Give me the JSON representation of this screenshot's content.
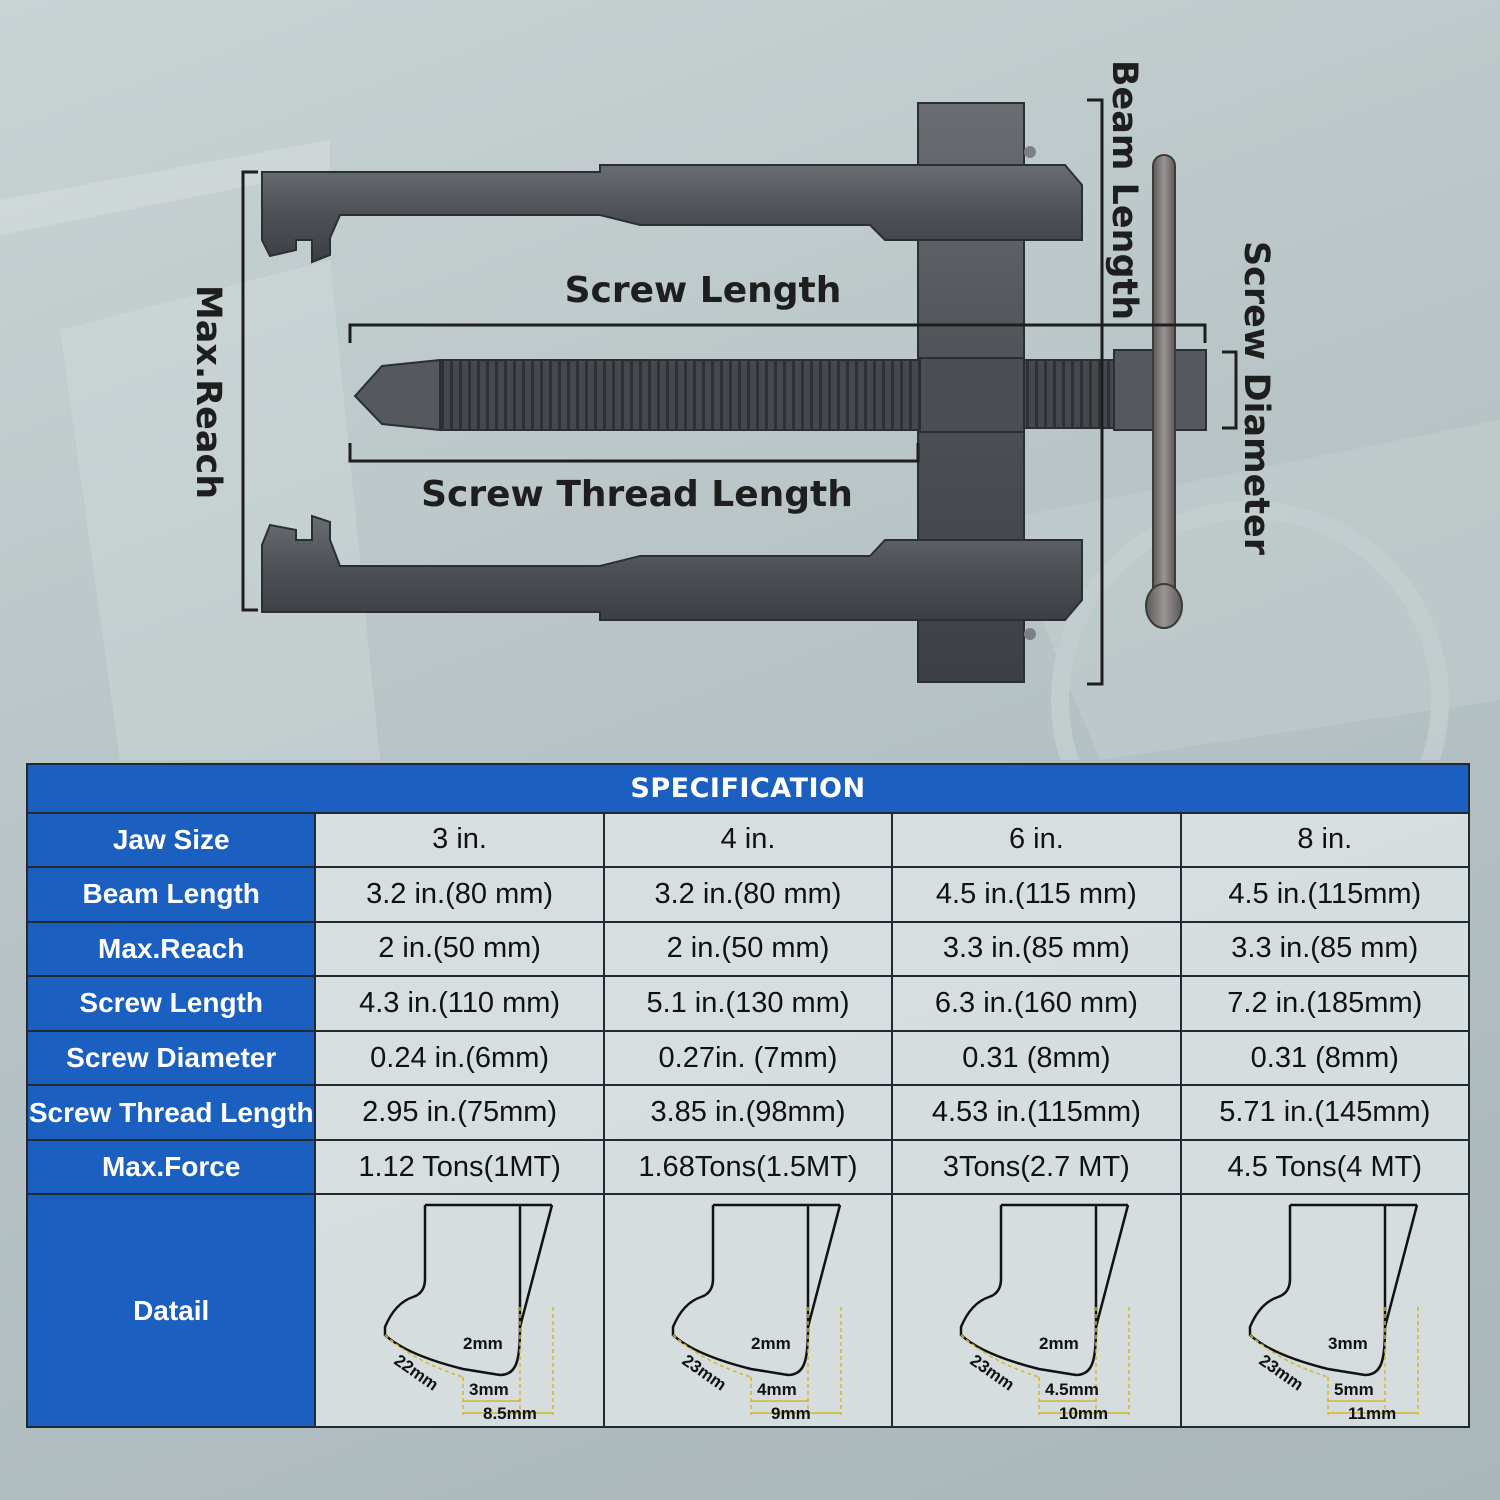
{
  "diagram": {
    "labels": {
      "screw_length": "Screw Length",
      "screw_thread_length": "Screw Thread Length",
      "max_reach": "Max.Reach",
      "beam_length": "Beam Length",
      "screw_diameter": "Screw Diameter"
    }
  },
  "table": {
    "title": "SPECIFICATION",
    "rows": [
      {
        "label": "Jaw Size",
        "values": [
          "3 in.",
          "4 in.",
          "6 in.",
          "8 in."
        ]
      },
      {
        "label": "Beam Length",
        "values": [
          "3.2 in.(80 mm)",
          "3.2 in.(80 mm)",
          "4.5 in.(115 mm)",
          "4.5 in.(115mm)"
        ]
      },
      {
        "label": "Max.Reach",
        "values": [
          "2 in.(50 mm)",
          "2 in.(50 mm)",
          "3.3 in.(85 mm)",
          "3.3 in.(85 mm)"
        ]
      },
      {
        "label": "Screw Length",
        "values": [
          "4.3 in.(110 mm)",
          "5.1 in.(130 mm)",
          "6.3 in.(160 mm)",
          "7.2 in.(185mm)"
        ]
      },
      {
        "label": "Screw Diameter",
        "values": [
          "0.24 in.(6mm)",
          "0.27in. (7mm)",
          "0.31 (8mm)",
          "0.31 (8mm)"
        ]
      },
      {
        "label": "Screw Thread Length",
        "values": [
          "2.95 in.(75mm)",
          "3.85 in.(98mm)",
          "4.53 in.(115mm)",
          "5.71 in.(145mm)"
        ]
      },
      {
        "label": "Max.Force",
        "values": [
          "1.12 Tons(1MT)",
          "1.68Tons(1.5MT)",
          "3Tons(2.7 MT)",
          "4.5 Tons(4 MT)"
        ]
      }
    ],
    "detail_label": "Datail",
    "details": [
      {
        "tip": "2mm",
        "length": "22mm",
        "thickness": "3mm",
        "width": "8.5mm"
      },
      {
        "tip": "2mm",
        "length": "23mm",
        "thickness": "4mm",
        "width": "9mm"
      },
      {
        "tip": "2mm",
        "length": "23mm",
        "thickness": "4.5mm",
        "width": "10mm"
      },
      {
        "tip": "3mm",
        "length": "23mm",
        "thickness": "5mm",
        "width": "11mm"
      }
    ]
  }
}
